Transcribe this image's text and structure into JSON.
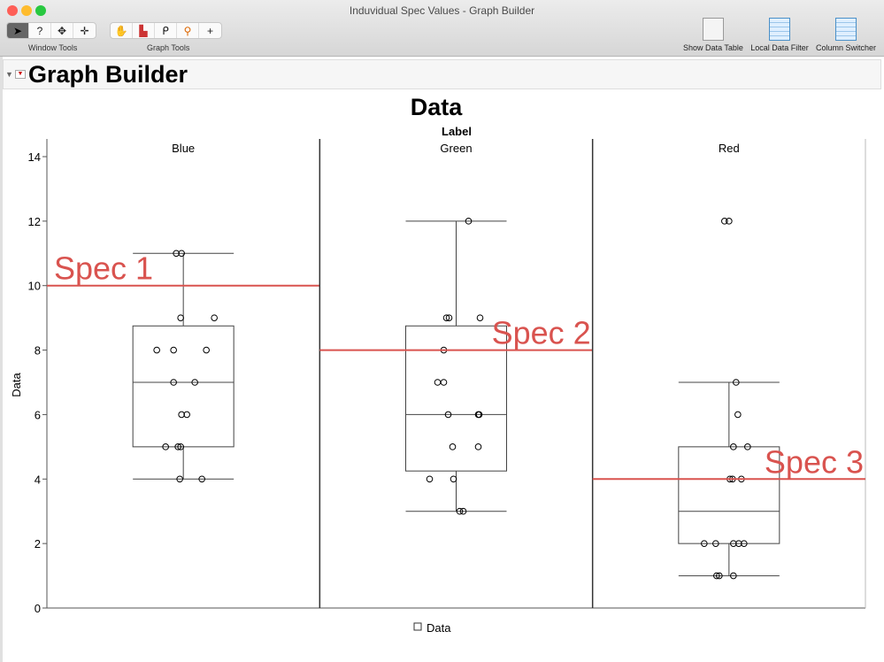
{
  "window": {
    "title": "Induvidual Spec Values - Graph Builder",
    "traffic_colors": [
      "#fe5f57",
      "#febc2e",
      "#28c840"
    ]
  },
  "toolbar": {
    "window_tools_label": "Window Tools",
    "graph_tools_label": "Graph Tools",
    "window_tools": [
      "arrow-icon",
      "help-icon",
      "selection-icon",
      "move-icon"
    ],
    "graph_tools": [
      "hand-icon",
      "brush-icon",
      "lasso-icon",
      "magnifier-icon",
      "crosshair-icon"
    ],
    "right": [
      {
        "label": "Show Data Table",
        "icon": "data-table-icon"
      },
      {
        "label": "Local Data Filter",
        "icon": "filter-icon"
      },
      {
        "label": "Column Switcher",
        "icon": "column-switcher-icon"
      }
    ]
  },
  "report": {
    "title": "Graph Builder"
  },
  "chart_data": {
    "type": "box",
    "title": "Data",
    "group_label": "Label",
    "ylabel": "Data",
    "xlabel": "Data",
    "ylim": [
      0,
      14
    ],
    "yticks": [
      0,
      2,
      4,
      6,
      8,
      10,
      12,
      14
    ],
    "spec_color": "#d9534f",
    "panels": [
      {
        "name": "Blue",
        "box": {
          "min": 4,
          "q1": 5,
          "median": 7,
          "q3": 8.75,
          "max": 11
        },
        "points": [
          11,
          11,
          9,
          9,
          8,
          8,
          8,
          7,
          7,
          6,
          6,
          5,
          5,
          5,
          4,
          4
        ],
        "spec": {
          "label": "Spec 1",
          "value": 10
        }
      },
      {
        "name": "Green",
        "box": {
          "min": 3,
          "q1": 4.25,
          "median": 6,
          "q3": 8.75,
          "max": 12
        },
        "points": [
          12,
          9,
          9,
          9,
          8,
          7,
          7,
          6,
          6,
          6,
          5,
          5,
          4,
          4,
          3,
          3
        ],
        "spec": {
          "label": "Spec 2",
          "value": 8
        }
      },
      {
        "name": "Red",
        "box": {
          "min": 1,
          "q1": 2,
          "median": 3,
          "q3": 5,
          "max": 7
        },
        "points": [
          12,
          12,
          7,
          6,
          5,
          5,
          4,
          4,
          4,
          2,
          2,
          2,
          2,
          2,
          1,
          1,
          1
        ],
        "spec": {
          "label": "Spec 3",
          "value": 4
        }
      }
    ]
  }
}
